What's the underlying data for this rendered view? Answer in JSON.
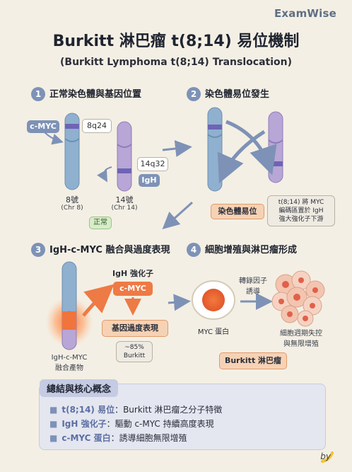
{
  "brand": "ExamWise",
  "title": "Burkitt 淋巴瘤 t(8;14) 易位機制",
  "subtitle": "(Burkitt Lymphoma t(8;14) Translocation)",
  "sections": [
    {
      "num": "1",
      "title": "正常染色體與基因位置"
    },
    {
      "num": "2",
      "title": "染色體易位發生"
    },
    {
      "num": "3",
      "title": "IgH-c-MYC 融合與過度表現"
    },
    {
      "num": "4",
      "title": "細胞增殖與淋巴瘤形成"
    }
  ],
  "panel1": {
    "cmyc_tag": "c-MYC",
    "band_8q24": "8q24",
    "band_14q32": "14q32",
    "igh_tag": "IgH",
    "chr8_label": "8號",
    "chr8_sub": "(Chr 8)",
    "chr14_label": "14號",
    "chr14_sub": "(Chr 14)",
    "normal_tag": "正常"
  },
  "panel2": {
    "translocation_tag": "染色體易位",
    "note_lines": [
      "t(8;14) 將 MYC",
      "編碼區置於 IgH",
      "強大強化子下游"
    ]
  },
  "panel3": {
    "enhancer_label": "IgH 強化子",
    "cmyc_label": "c-MYC",
    "overexpression_tag": "基因過度表現",
    "percent_line1": "~85%",
    "percent_line2": "Burkitt",
    "fusion_label_line1": "IgH-c-MYC",
    "fusion_label_line2": "融合產物"
  },
  "panel4": {
    "tf_line1": "轉錄因子",
    "tf_line2": "誘導",
    "myc_protein": "MYC 蛋白",
    "cell_line1": "細胞週期失控",
    "cell_line2": "與無限增殖",
    "burkitt_tag": "Burkitt 淋巴瘤"
  },
  "summary": {
    "title": "總結與核心概念",
    "items": [
      {
        "key": "t(8;14) 易位",
        "text": "：Burkitt 淋巴瘤之分子特徵"
      },
      {
        "key": "IgH 強化子",
        "text": "：驅動 c-MYC 持續高度表現"
      },
      {
        "key": "c-MYC 蛋白",
        "text": "：誘導細胞無限增殖"
      }
    ]
  },
  "byline": "by",
  "colors": {
    "chr8": "#8fb0cf",
    "chr14": "#b7a6d6",
    "accent_blue": "#7d92b6",
    "accent_orange": "#ee7a45",
    "background": "#f4efe4"
  },
  "icons": [
    "arrow-icon",
    "glow-icon",
    "cell-icon",
    "banana-icon"
  ]
}
